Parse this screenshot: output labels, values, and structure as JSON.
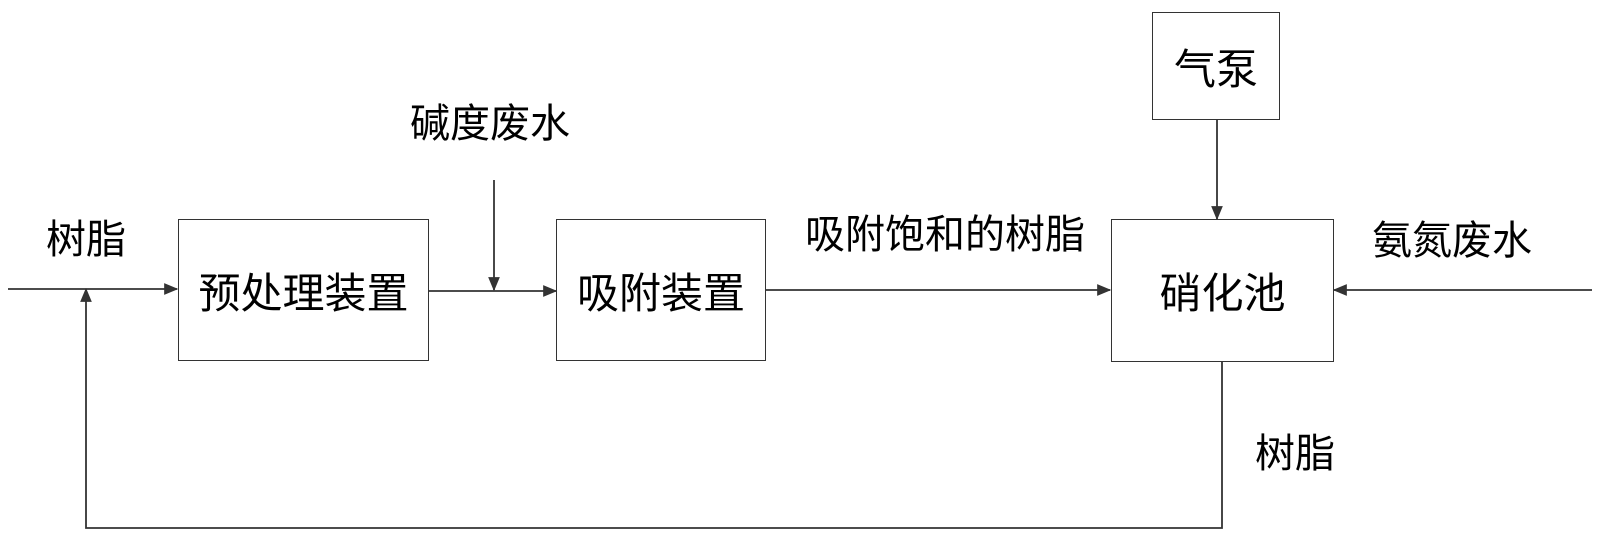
{
  "nodes": {
    "pretreatment": "预处理装置",
    "adsorption": "吸附装置",
    "nitrification": "硝化池",
    "air_pump": "气泵"
  },
  "labels": {
    "resin_in": "树脂",
    "alkaline_wastewater": "碱度废水",
    "saturated_resin": "吸附饱和的树脂",
    "ammonia_wastewater": "氨氮废水",
    "resin_return": "树脂"
  },
  "edges": [
    {
      "from": "input",
      "to": "pretreatment"
    },
    {
      "from": "pretreatment",
      "to": "adsorption"
    },
    {
      "from": "alkaline_wastewater",
      "to": "pretreatment-adsorption line"
    },
    {
      "from": "adsorption",
      "to": "nitrification",
      "label": "吸附饱和的树脂"
    },
    {
      "from": "air_pump",
      "to": "nitrification"
    },
    {
      "from": "ammonia_wastewater",
      "to": "nitrification"
    },
    {
      "from": "nitrification",
      "to": "input",
      "label": "树脂"
    }
  ],
  "colors": {
    "line": "#333333",
    "text": "#000000",
    "background": "#ffffff"
  }
}
